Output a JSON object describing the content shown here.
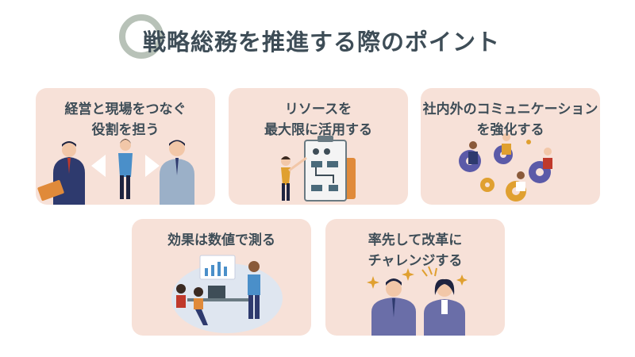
{
  "title": "戦略総務を推進する際のポイント",
  "colors": {
    "card_bg": "#f7e1d8",
    "title_text": "#3e4d57",
    "ring": "#b8c2b8",
    "navy": "#2e3a6e",
    "orange": "#e08a3a"
  },
  "cards": [
    {
      "lines": [
        "経営と現場をつなぐ",
        "役割を担う"
      ],
      "icon": "business-people-connecting"
    },
    {
      "lines": [
        "リソースを",
        "最大限に活用する"
      ],
      "icon": "flowchart-board"
    },
    {
      "lines": [
        "社内外のコミュニケーション",
        "を強化する"
      ],
      "icon": "team-gears"
    },
    {
      "lines": [
        "効果は数値で測る"
      ],
      "icon": "data-analysis-team"
    },
    {
      "lines": [
        "率先して改革に",
        "チャレンジする"
      ],
      "icon": "motivated-people"
    }
  ]
}
